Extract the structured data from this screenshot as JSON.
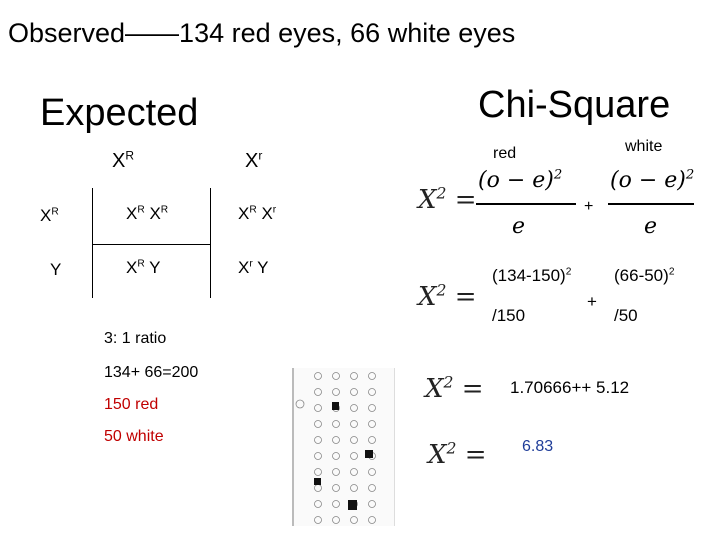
{
  "title": "Observed——134 red eyes, 66 white eyes",
  "expected": {
    "heading": "Expected",
    "col1_base": "X",
    "col1_sup": "R",
    "col2_base": "X",
    "col2_sup": "r",
    "row1_base": "X",
    "row1_sup": "R",
    "row2_label": "Y",
    "cell_rr_a": "X",
    "cell_rr_a_sup": "R",
    "cell_rr_b": "X",
    "cell_rr_b_sup": "R",
    "cell_r_r_a": "X",
    "cell_r_r_a_sup": "R",
    "cell_r_r_b": "X",
    "cell_r_r_b_sup": "r",
    "cell_ry_a": "X",
    "cell_ry_a_sup": "R",
    "cell_ry_b": "Y",
    "cell_rry_a": "X",
    "cell_rry_a_sup": "r",
    "cell_rry_b": "Y"
  },
  "notes": {
    "ratio": "3: 1 ratio",
    "total": "134+ 66=200",
    "red": "150 red",
    "white": "50 white"
  },
  "chi_square": {
    "heading": "Chi-Square",
    "red_label": "red",
    "white_label": "white",
    "plus": "+",
    "o_minus_e_sq": "(o − e)",
    "sq": "2",
    "e": "e",
    "x2": "X",
    "x2_sup": "2",
    "eq": "=",
    "red_num": "(134-150)",
    "red_num_sup": "2",
    "red_den": "/150",
    "white_num": "(66-50)",
    "white_num_sup": "2",
    "white_den": "/50",
    "sum_expr": "1.70666++ 5.12",
    "result": "6.83"
  },
  "colors": {
    "red_note": "#c00000",
    "result_blue": "#1f3d99"
  },
  "icons": [
    "bubble-answer-sheet-image"
  ]
}
